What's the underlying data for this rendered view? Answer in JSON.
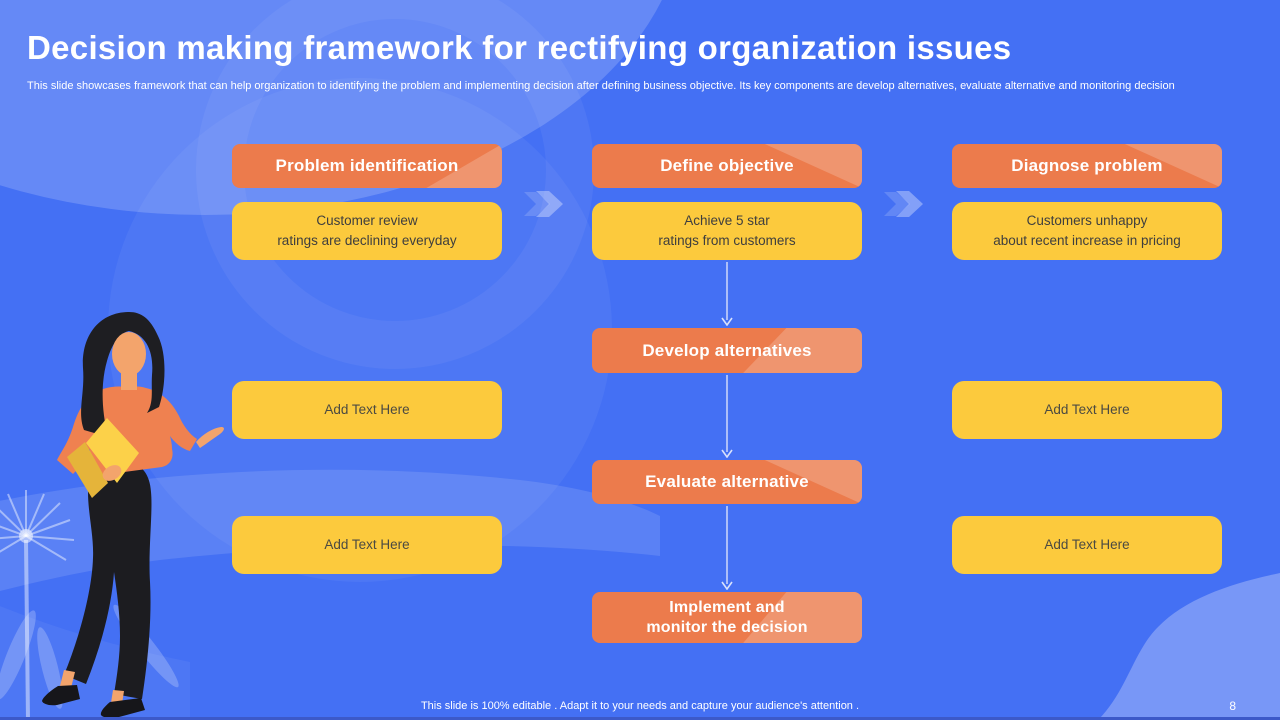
{
  "slide": {
    "title": "Decision making framework for rectifying organization issues",
    "description": "This slide showcases framework that can help organization to identifying the problem and implementing decision after defining business objective. Its key components are develop alternatives, evaluate alternative and monitoring decision",
    "footer_note": "This slide is 100% editable . Adapt it to your needs and capture your audience's attention .",
    "page_number": "8"
  },
  "colors": {
    "background_blue": "#4470f4",
    "accent_orange": "#ec7b4c",
    "accent_yellow": "#fcca3d",
    "decoration_light_blue": "#8ba0f7"
  },
  "columns": [
    {
      "header": "Problem identification",
      "body": "Customer review\nratings are declining everyday"
    },
    {
      "header": "Define objective",
      "body": "Achieve 5 star\nratings from customers"
    },
    {
      "header": "Diagnose problem",
      "body": "Customers unhappy\nabout recent increase in pricing"
    }
  ],
  "flow_steps": [
    "Develop alternatives",
    "Evaluate alternative",
    "Implement and\nmonitor the decision"
  ],
  "placeholders": {
    "left": [
      "Add Text Here",
      "Add Text Here"
    ],
    "right": [
      "Add Text Here",
      "Add Text Here"
    ]
  },
  "icons": {
    "chevron_right": "chevron-right-arrow",
    "down_arrow": "down-arrow-connector"
  }
}
